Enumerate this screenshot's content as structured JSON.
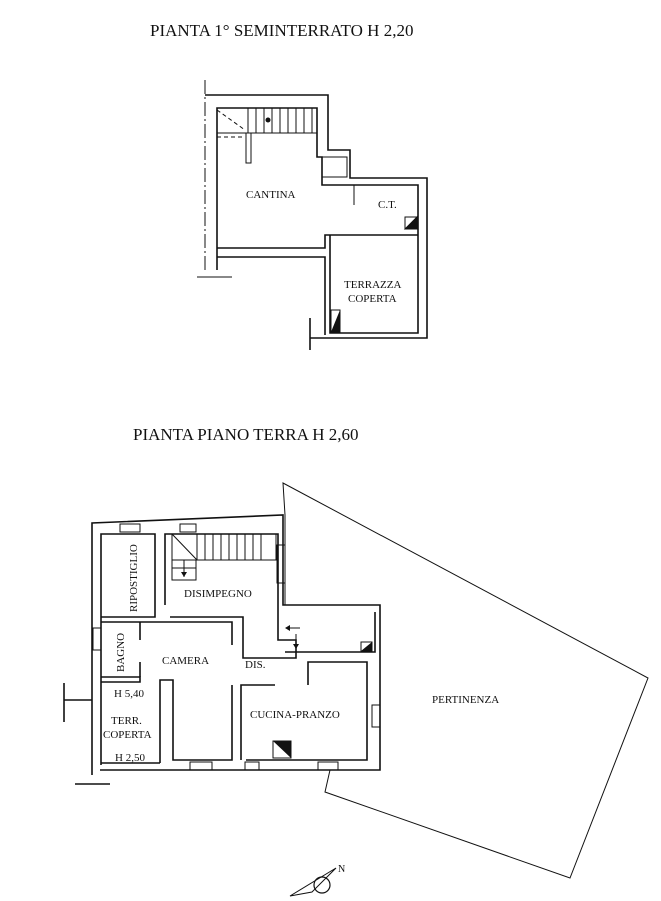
{
  "basement_plan": {
    "title": "PIANTA 1° SEMINTERRATO H 2,20",
    "rooms": [
      "CANTINA",
      "C.T.",
      "TERRAZZA",
      "COPERTA"
    ]
  },
  "ground_plan": {
    "title": "PIANTA PIANO TERRA  H 2,60",
    "rooms": {
      "ripostiglio": "RIPOSTIGLIO",
      "disimpegno": "DISIMPEGNO",
      "bagno": "BAGNO",
      "camera": "CAMERA",
      "dis": "DIS.",
      "cucina": "CUCINA-PRANZO",
      "terr1": "TERR.",
      "terr2": "COPERTA",
      "h_high": "H 5,40",
      "h_low": "H 2,50",
      "pertinenza": "PERTINENZA"
    }
  },
  "compass": {
    "north_label": "N"
  }
}
